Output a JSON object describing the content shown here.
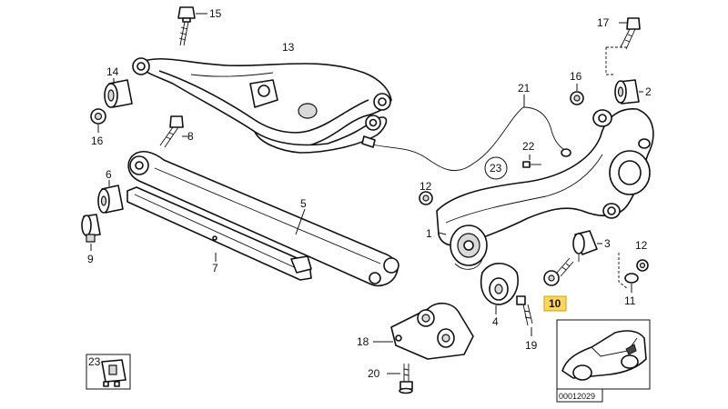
{
  "callouts": {
    "n1": "1",
    "n2": "2",
    "n3": "3",
    "n4": "4",
    "n5": "5",
    "n6": "6",
    "n7": "7",
    "n8": "8",
    "n9": "9",
    "n10": "10",
    "n11": "11",
    "n12a": "12",
    "n12b": "12",
    "n13": "13",
    "n14": "14",
    "n15": "15",
    "n16a": "16",
    "n16b": "16",
    "n17": "17",
    "n18": "18",
    "n19": "19",
    "n20": "20",
    "n21": "21",
    "n22": "22",
    "n23a": "23",
    "n23b": "23"
  },
  "highlight": {
    "label": "10",
    "color": "#ffd75e"
  },
  "diagram_code": "00012029"
}
